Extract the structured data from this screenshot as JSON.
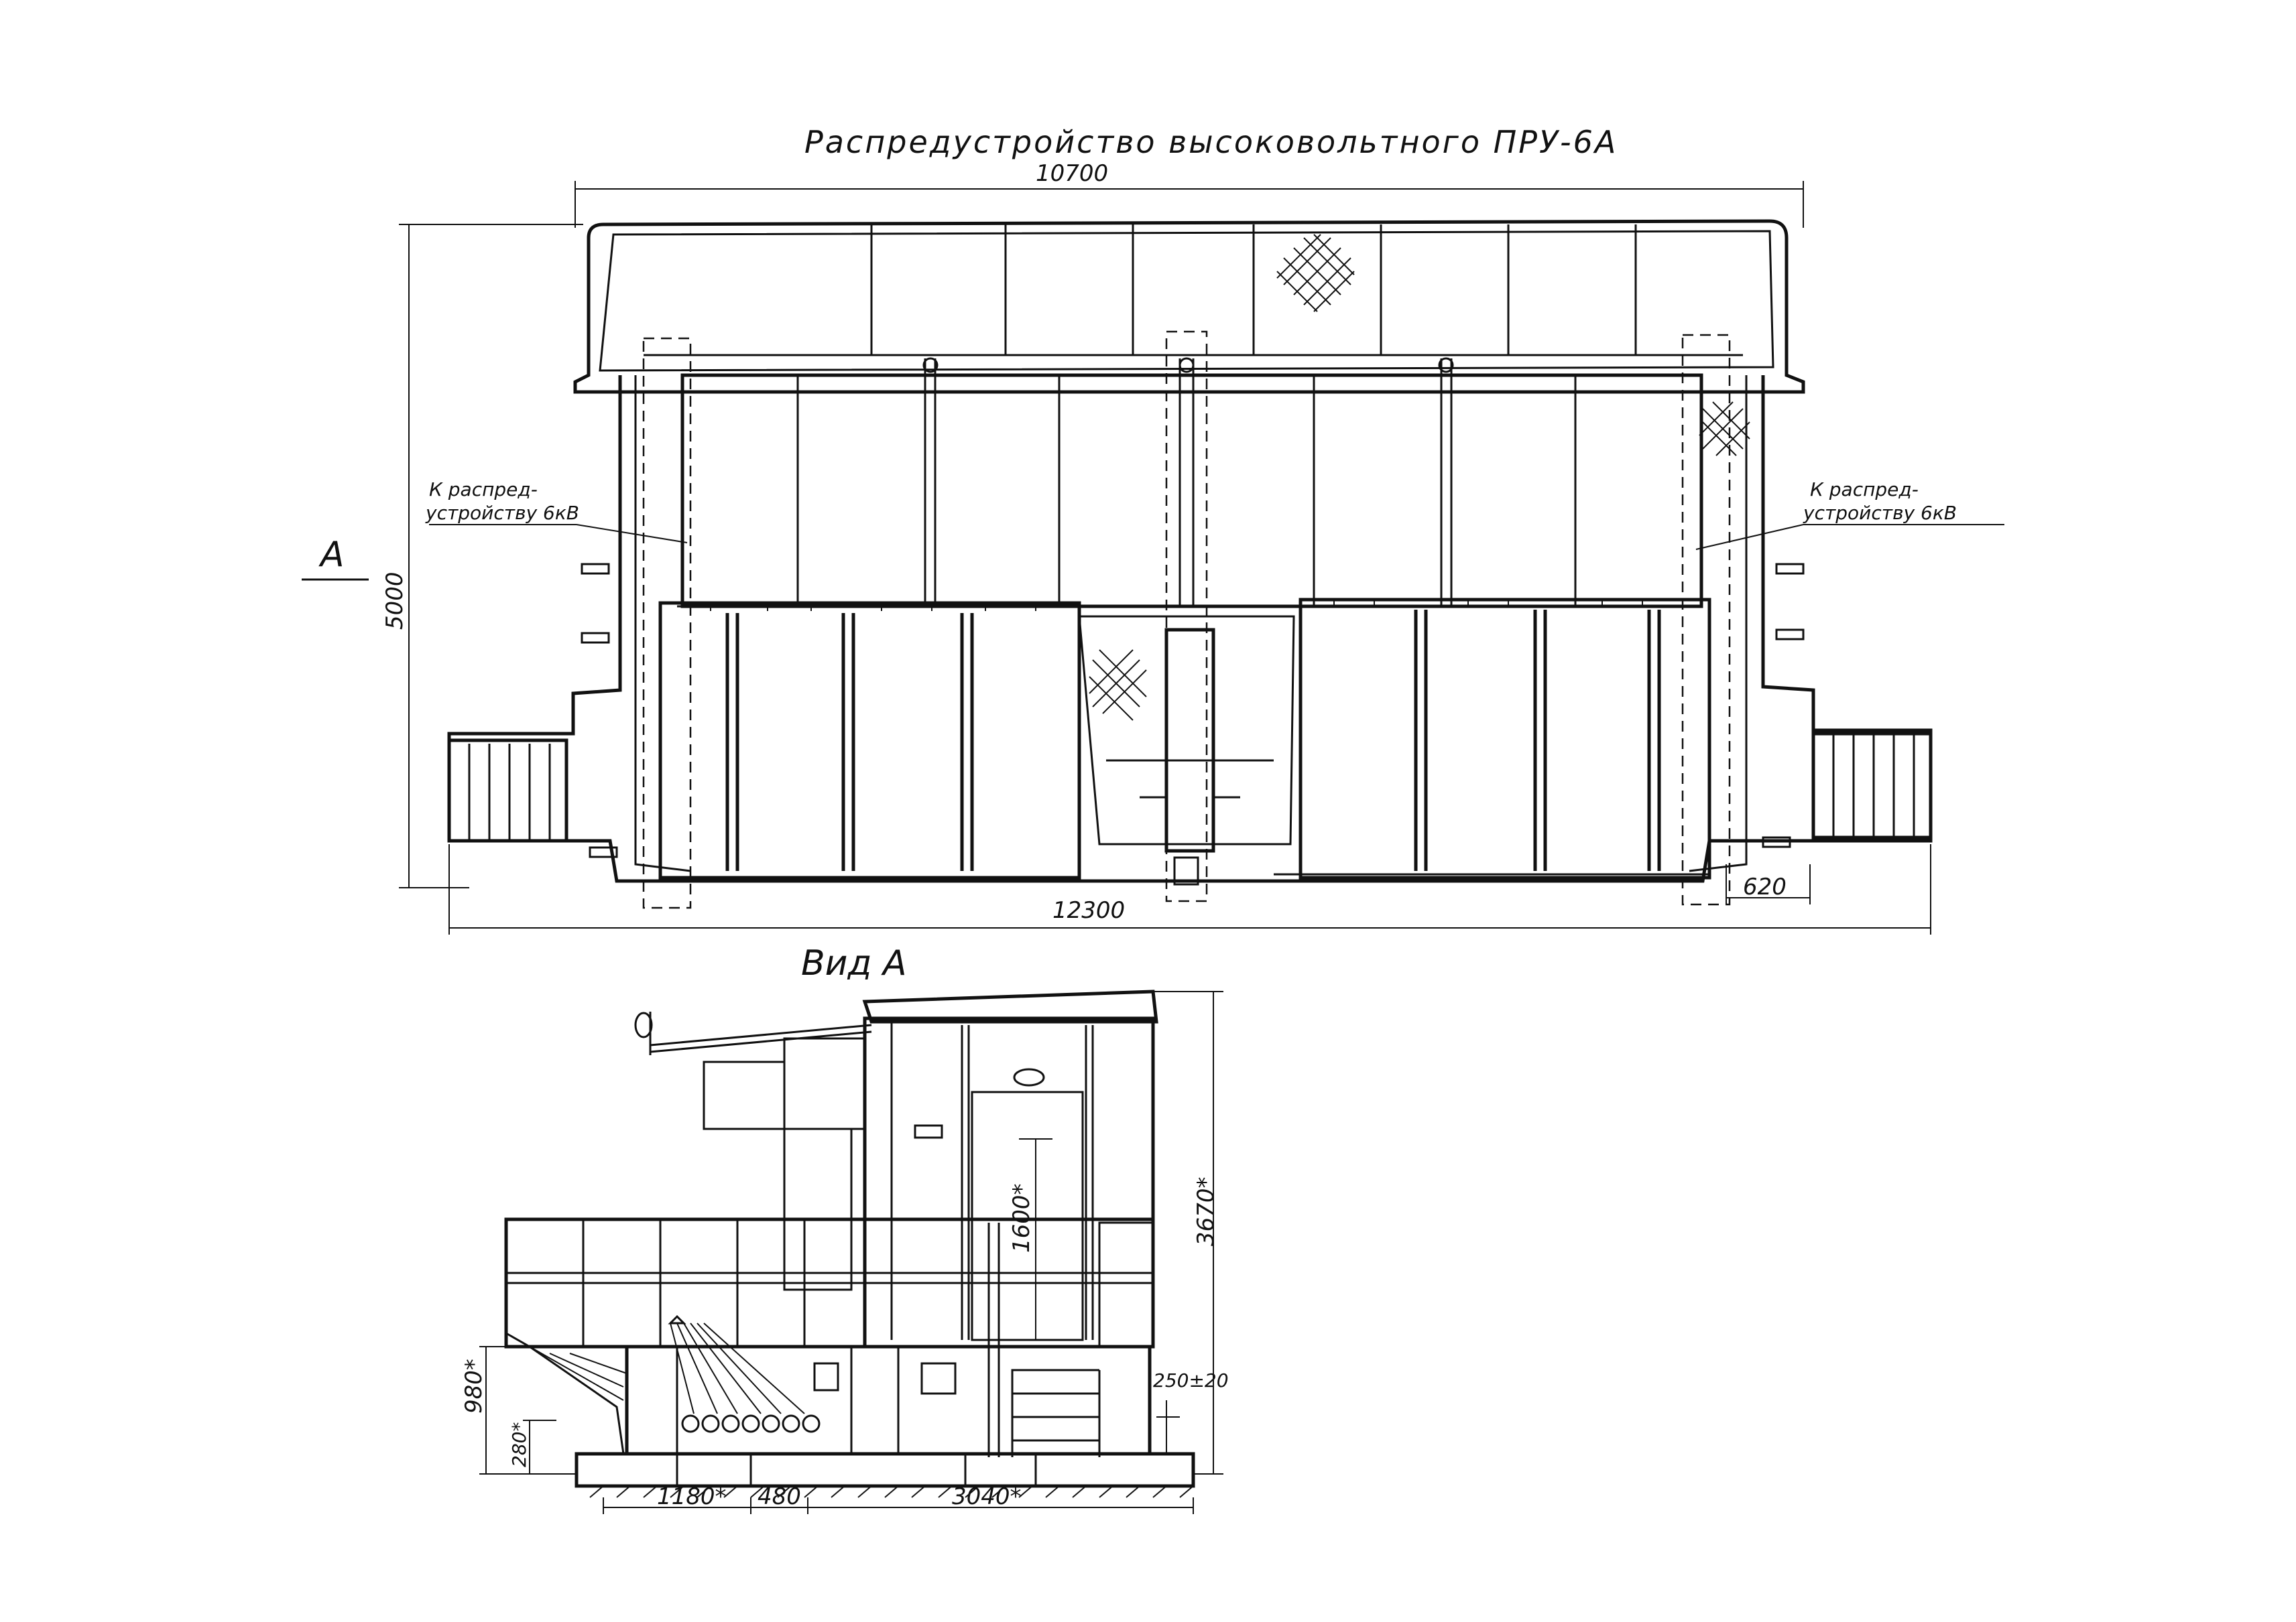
{
  "title": "Распредустройство высоковольтного ПРУ-6А",
  "top_view": {
    "overall_length": "10700",
    "height": "5000",
    "base_length": "12300",
    "offset": "620",
    "section_marker": "А",
    "note_left_1": "К распред-",
    "note_left_2": "устройству 6кВ",
    "note_right_1": "К распред-",
    "note_right_2": "устройству 6кВ"
  },
  "side_view": {
    "label": "Вид А",
    "height_total": "3670*",
    "door_height": "1600*",
    "dim_980": "980*",
    "dim_280": "280*",
    "dim_250": "250±20",
    "dim_1180": "1180*",
    "dim_480": "480",
    "dim_3040": "3040*"
  }
}
